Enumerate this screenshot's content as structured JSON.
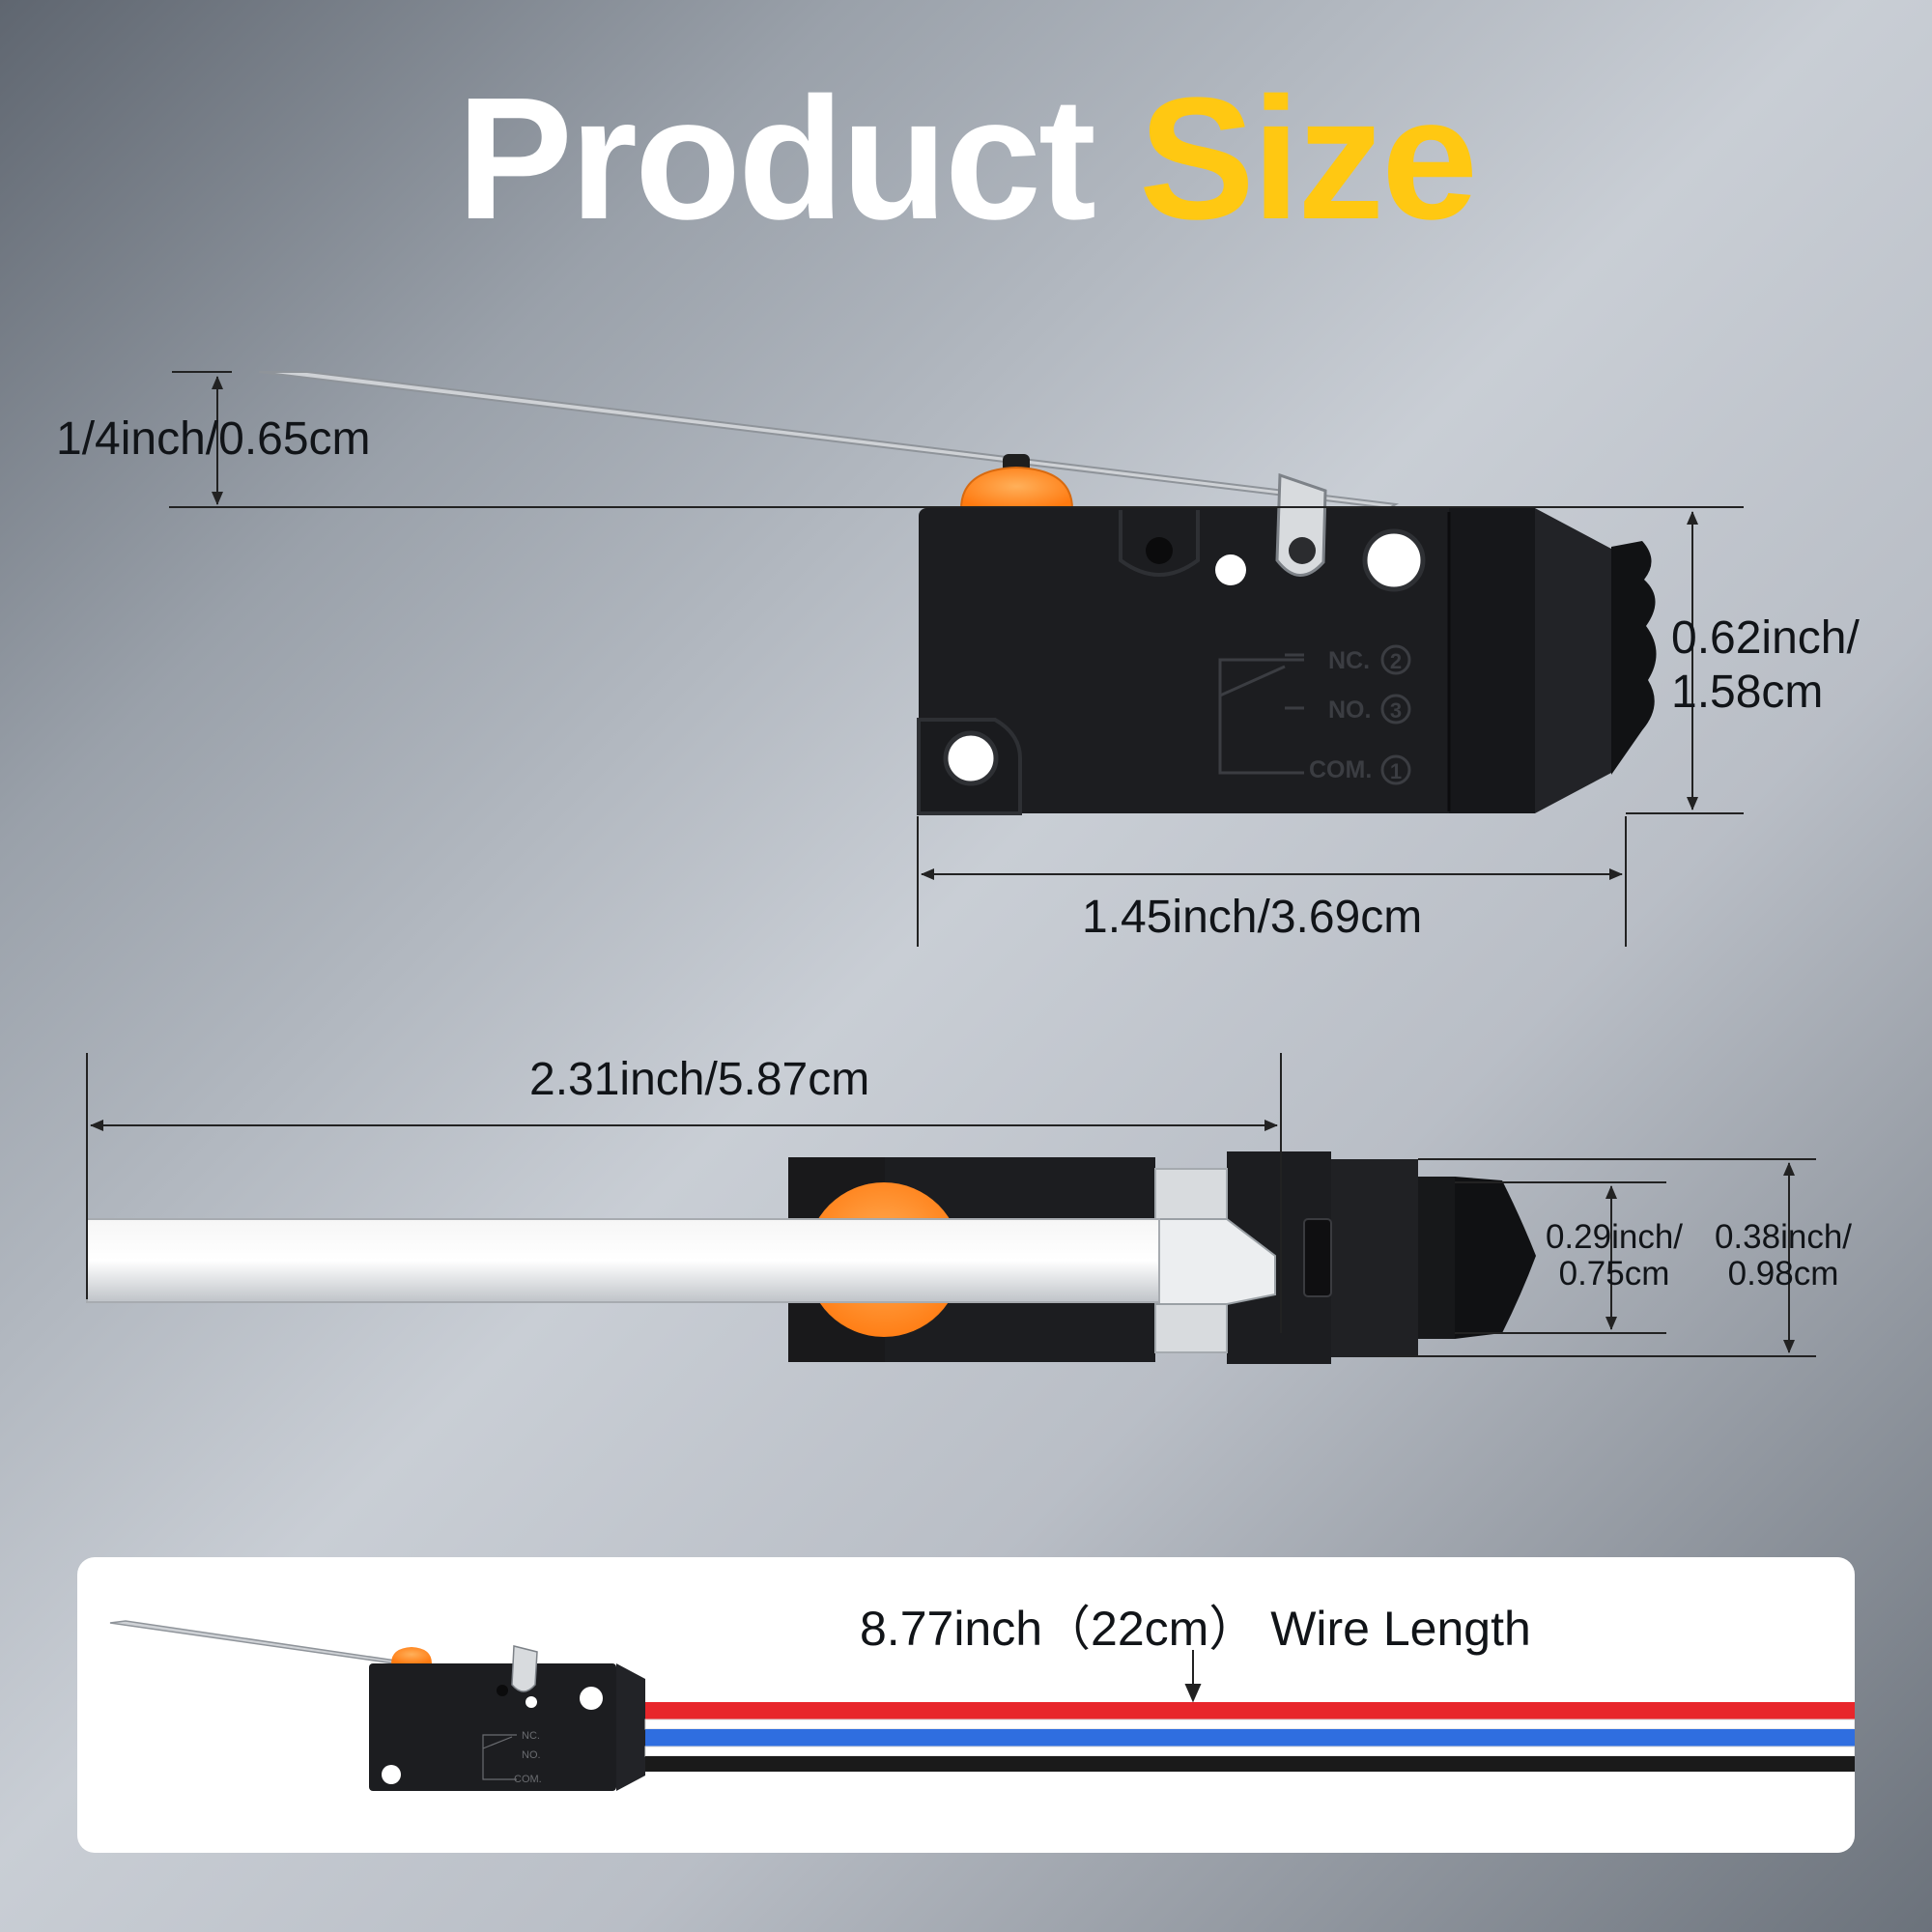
{
  "title": {
    "part1": "Product",
    "part2": "Size"
  },
  "dimensions": {
    "lever_height": "1/4inch/0.65cm",
    "body_height_line1": "0.62inch/",
    "body_height_line2": "1.58cm",
    "body_width": "1.45inch/3.69cm",
    "lever_length": "2.31inch/5.87cm",
    "actuator_thickness_line1": "0.29inch/",
    "actuator_thickness_line2": "0.75cm",
    "body_thickness_line1": "0.38inch/",
    "body_thickness_line2": "0.98cm"
  },
  "wire": {
    "label": "8.77inch（22cm） Wire Length",
    "colors": [
      "#e8262b",
      "#ffffff",
      "#2f6ee0",
      "#1a1a1a"
    ]
  },
  "terminals": {
    "nc": "NC.",
    "no": "NO.",
    "com": "COM.",
    "nc_num": "2",
    "no_num": "3",
    "com_num": "1"
  },
  "colors": {
    "accent": "#ffc812",
    "button": "#ff8a1f",
    "body": "#1c1d20"
  }
}
